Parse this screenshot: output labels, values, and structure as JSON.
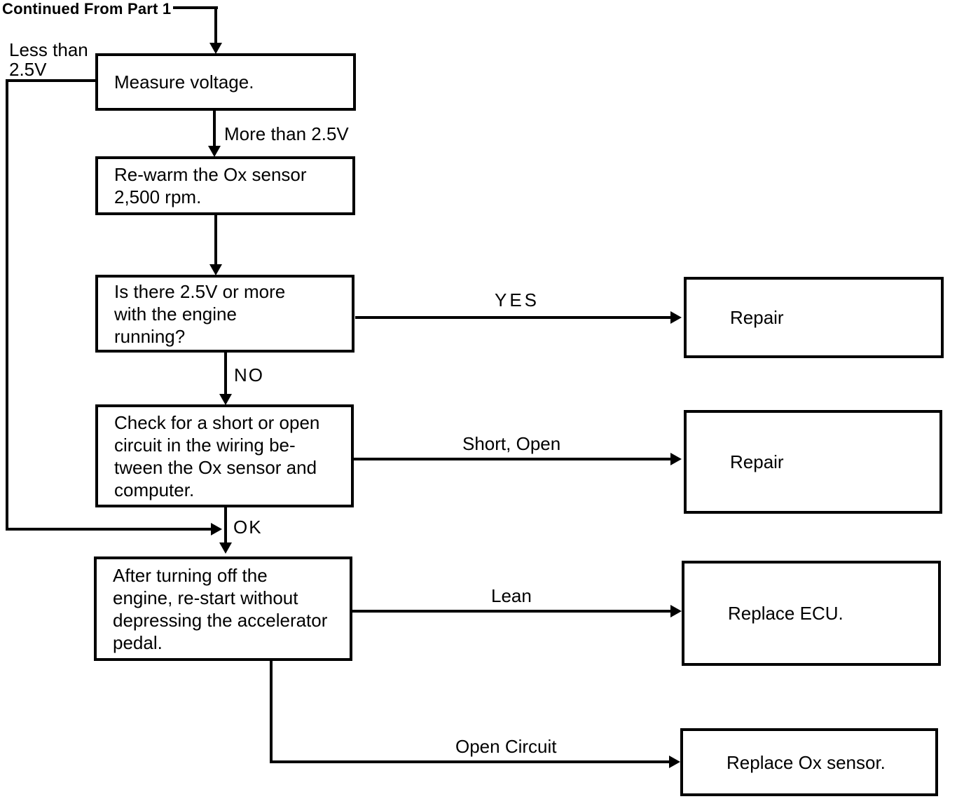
{
  "title": "Continued From Part 1",
  "labels": {
    "less_than_line1": "Less than",
    "less_than_line2": "2.5V",
    "more_than": "More than 2.5V",
    "yes": "YES",
    "no": "NO",
    "short_open": "Short, Open",
    "ok": "OK",
    "lean": "Lean",
    "open_circuit": "Open Circuit"
  },
  "nodes": {
    "measure": {
      "lines": [
        "Measure voltage."
      ]
    },
    "rewarm": {
      "lines": [
        "Re-warm the Ox sensor",
        "2,500 rpm."
      ]
    },
    "engine_running": {
      "lines": [
        "Is there 2.5V or more",
        "with the engine",
        "running?"
      ]
    },
    "check_wiring": {
      "lines": [
        "Check for a short or open",
        "circuit in the wiring be-",
        "tween the Ox sensor and",
        "computer."
      ]
    },
    "restart": {
      "lines": [
        "After turning off the",
        "engine, re-start without",
        "depressing the accelerator",
        "pedal."
      ]
    },
    "repair_yes": {
      "lines": [
        "Repair"
      ]
    },
    "repair_short": {
      "lines": [
        "Repair"
      ]
    },
    "replace_ecu": {
      "lines": [
        "Replace ECU."
      ]
    },
    "replace_ox": {
      "lines": [
        "Replace Ox sensor."
      ]
    }
  },
  "colors": {
    "ink": "#000000",
    "background": "#ffffff"
  }
}
